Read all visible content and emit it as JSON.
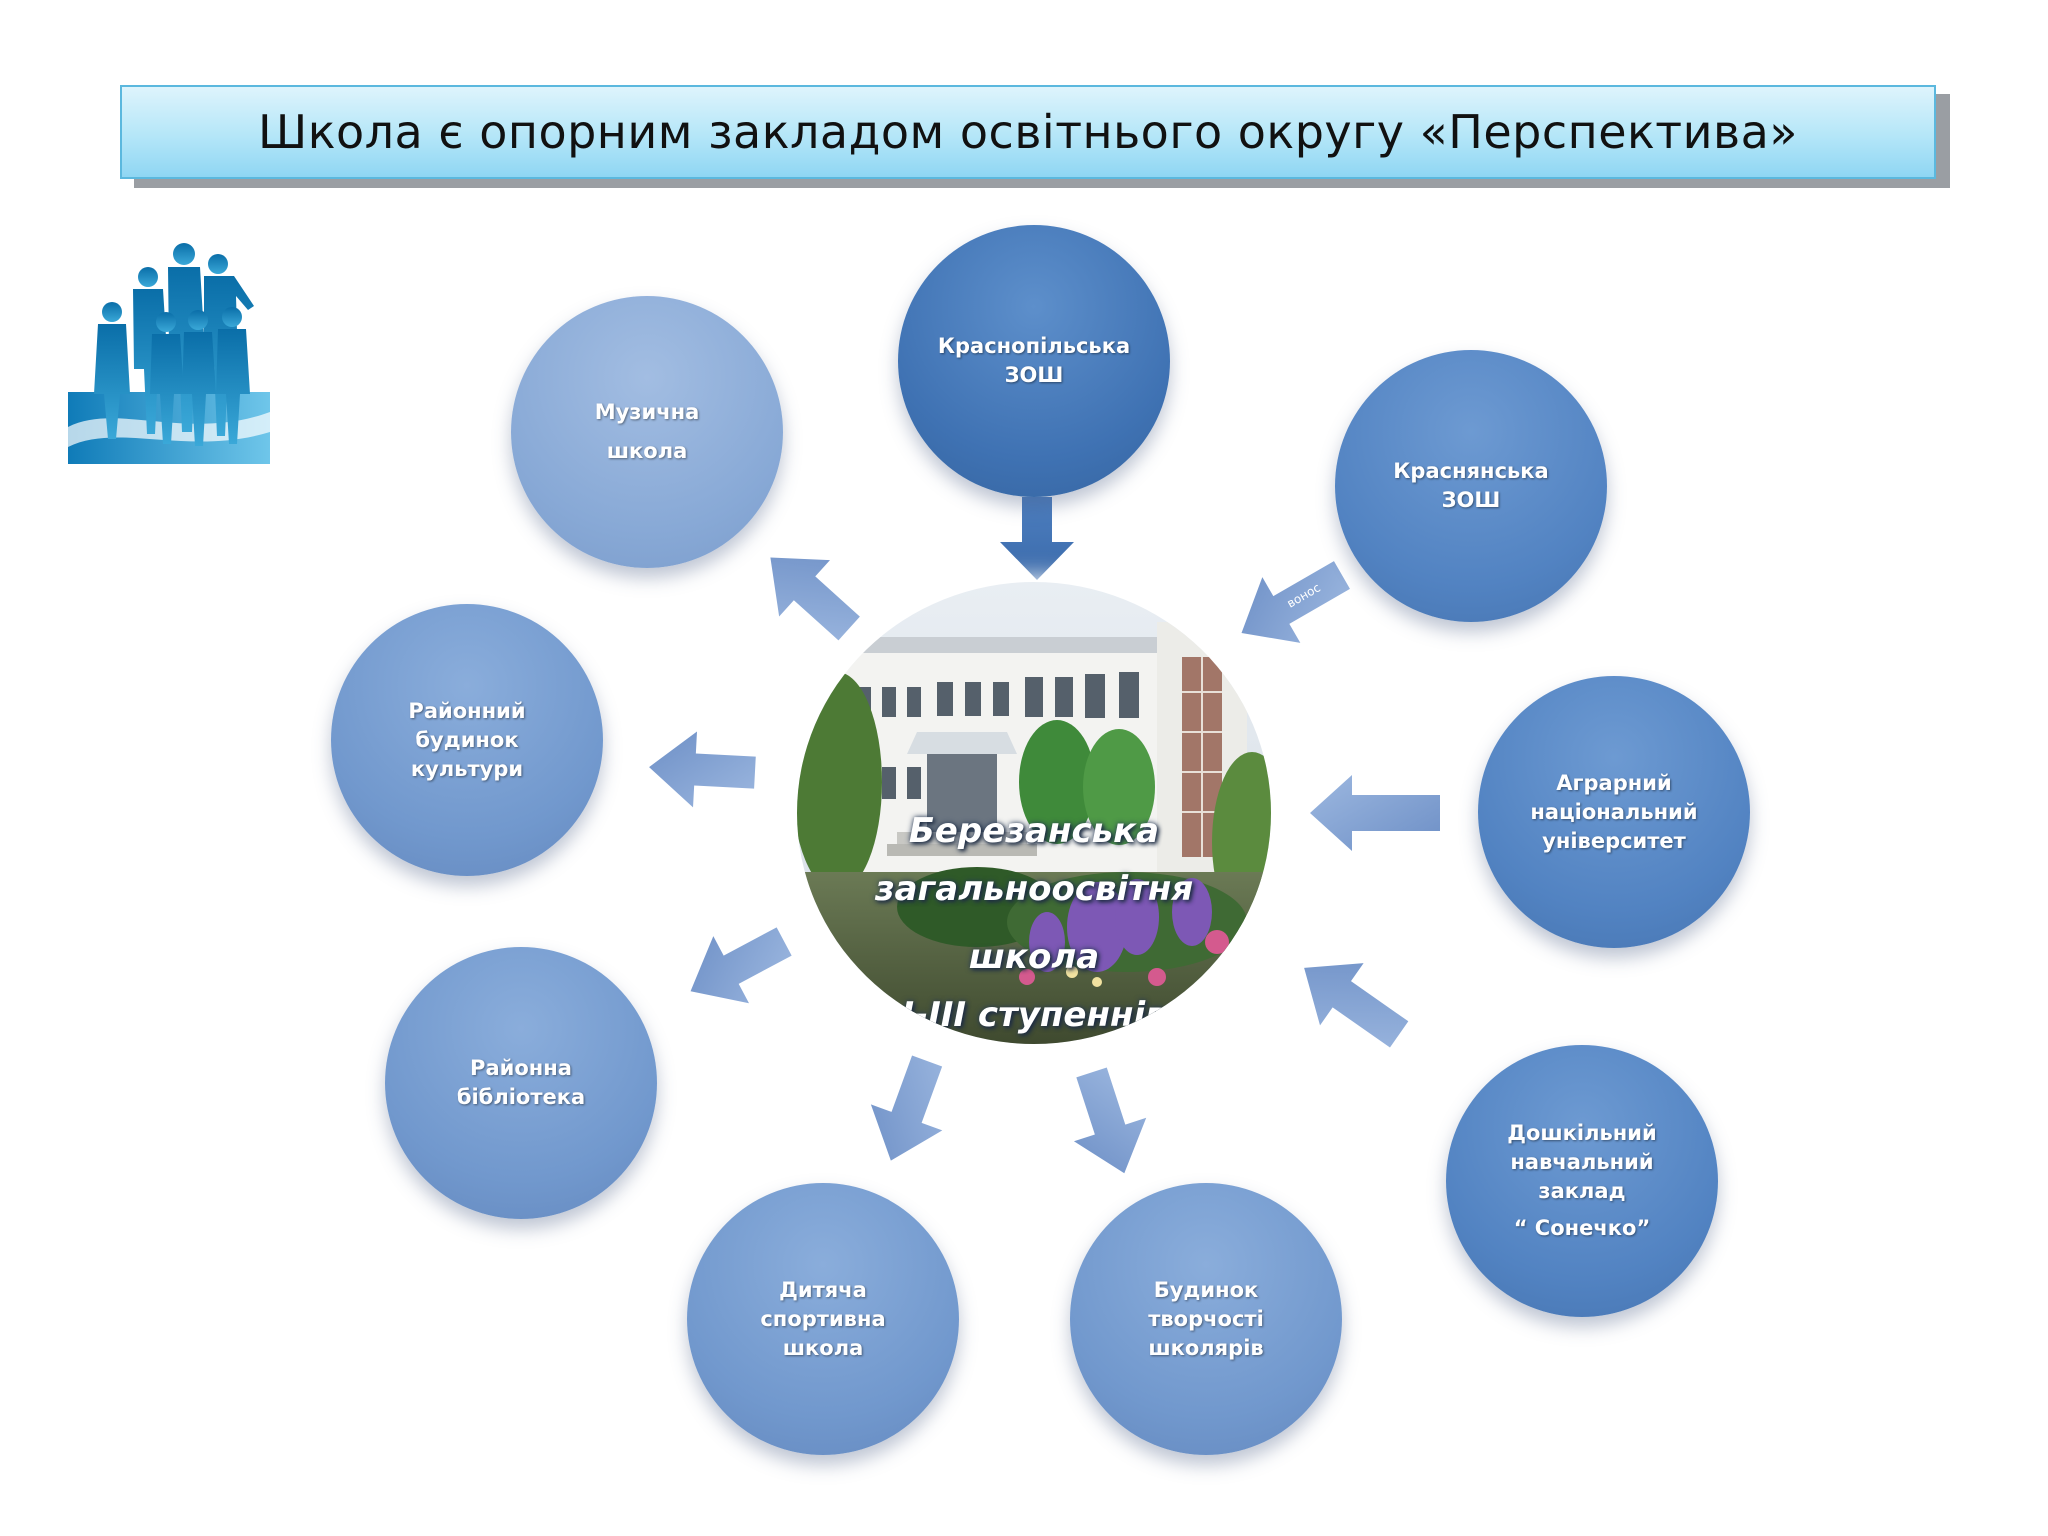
{
  "title": "Школа є опорним закладом освітнього округу «Перспектива»",
  "center": {
    "lines": [
      "Березанська",
      "загальноосвітня",
      "школа",
      "І-ІІІ ступеннів"
    ]
  },
  "nodes": [
    {
      "id": "krasnopilska",
      "lines": [
        "Краснопільська",
        "ЗОШ"
      ]
    },
    {
      "id": "krasnianska",
      "lines": [
        "Краснянська",
        "ЗОШ"
      ]
    },
    {
      "id": "agrarian",
      "lines": [
        "Аграрний",
        "національний",
        "університет"
      ]
    },
    {
      "id": "preschool",
      "lines": [
        "Дошкільний",
        "навчальний",
        "заклад",
        "“ Сонечко”"
      ]
    },
    {
      "id": "creativity-house",
      "lines": [
        "Будинок",
        "творчості",
        "школярів"
      ]
    },
    {
      "id": "sports-school",
      "lines": [
        "Дитяча",
        "спортивна",
        "школа"
      ]
    },
    {
      "id": "library",
      "lines": [
        "Районна",
        "бібліотека"
      ]
    },
    {
      "id": "culture-house",
      "lines": [
        "Районний",
        "будинок",
        "культури"
      ]
    },
    {
      "id": "music-school",
      "lines": [
        "Музична",
        "школа"
      ]
    }
  ],
  "arrow_note": "р\nк\nвонос",
  "colors": {
    "title_bg": "#b4e6f8",
    "node_dark": "#3f72b3",
    "node_light": "#88a9d6",
    "arrow": "#7a9bcf"
  }
}
